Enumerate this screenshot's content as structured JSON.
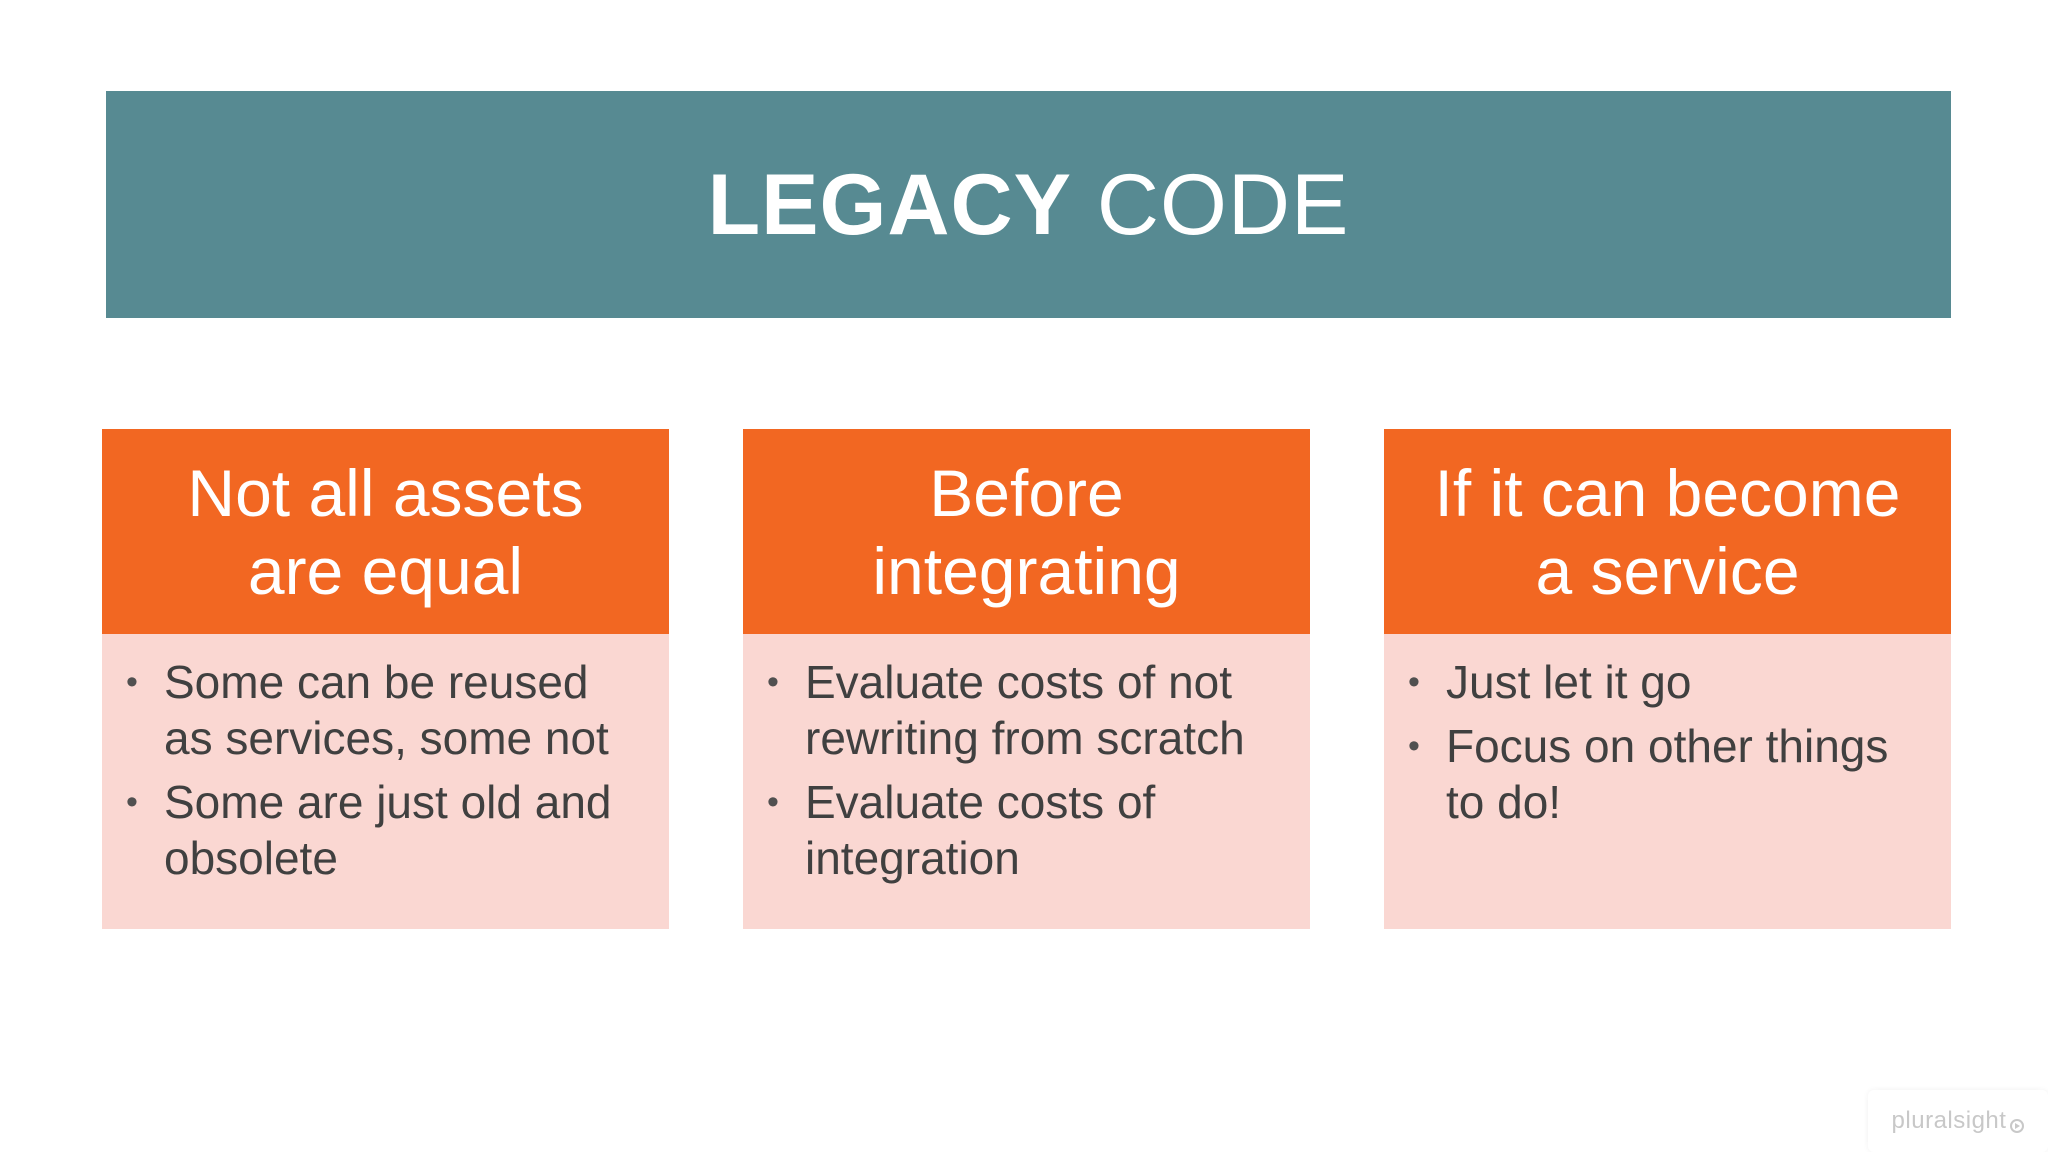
{
  "colors": {
    "banner": "#578A92",
    "card_header": "#F26722",
    "card_body": "#FAD7D2",
    "bullet_text": "#404040"
  },
  "title": {
    "bold": "LEGACY",
    "regular": "CODE"
  },
  "cards": [
    {
      "header_line1": "Not all assets",
      "header_line2": "are equal",
      "bullets": [
        "Some can be reused as services, some not",
        "Some are just old and obsolete"
      ]
    },
    {
      "header_line1": "Before",
      "header_line2": "integrating",
      "bullets": [
        "Evaluate costs of not rewriting from scratch",
        "Evaluate costs of integration"
      ]
    },
    {
      "header_line1": "If it can become",
      "header_line2": "a service",
      "bullets": [
        "Just let it go",
        "Focus on other things to do!"
      ]
    }
  ],
  "logo": {
    "text": "pluralsight",
    "icon": "play-circle-icon"
  }
}
